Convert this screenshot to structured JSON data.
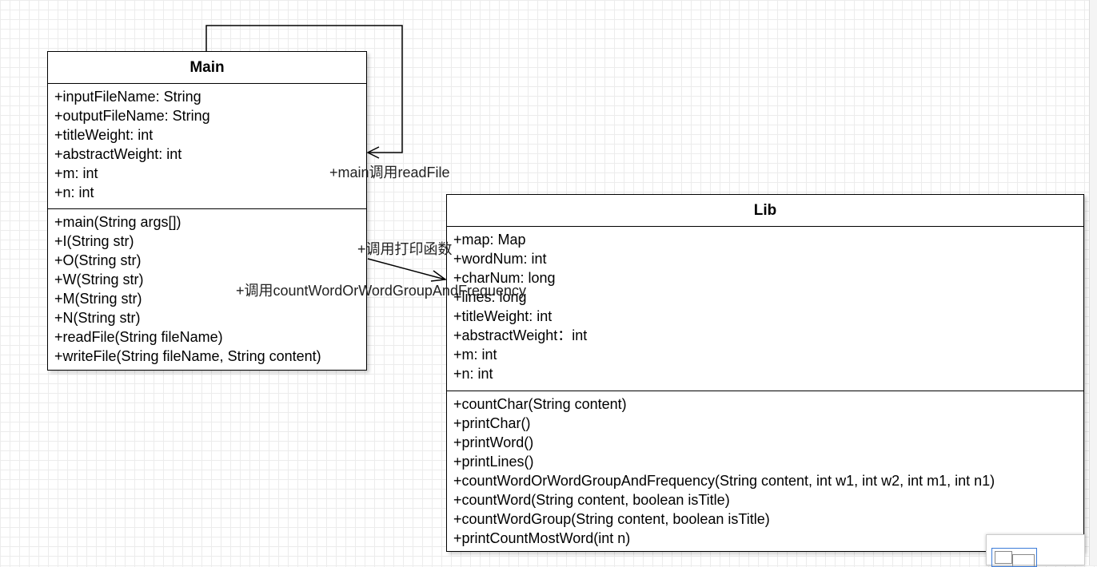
{
  "classes": {
    "main": {
      "name": "Main",
      "attributes": [
        "+inputFileName: String",
        "+outputFileName: String",
        "+titleWeight: int",
        "+abstractWeight: int",
        "+m: int",
        "+n: int"
      ],
      "methods": [
        "+main(String args[])",
        "+I(String str)",
        "+O(String str)",
        "+W(String str)",
        "+M(String str)",
        "+N(String str)",
        "+readFile(String fileName)",
        "+writeFile(String fileName, String content)"
      ]
    },
    "lib": {
      "name": "Lib",
      "attributes": [
        "+map: Map",
        "+wordNum: int",
        "+charNum: long",
        "+lines: long",
        "+titleWeight: int",
        "+abstractWeight：int",
        "+m: int",
        "+n: int"
      ],
      "methods": [
        "+countChar(String content)",
        "+printChar()",
        "+printWord()",
        "+printLines()",
        "+countWordOrWordGroupAndFrequency(String content, int w1, int w2, int m1, int n1)",
        "+countWord(String content, boolean isTitle)",
        "+countWordGroup(String content, boolean isTitle)",
        "+printCountMostWord(int n)"
      ]
    }
  },
  "relations": {
    "self_call_label": "+main调用readFile",
    "print_call_label": "+调用打印函数",
    "count_call_label": "+调用countWordOrWordGroupAndFrequency"
  }
}
